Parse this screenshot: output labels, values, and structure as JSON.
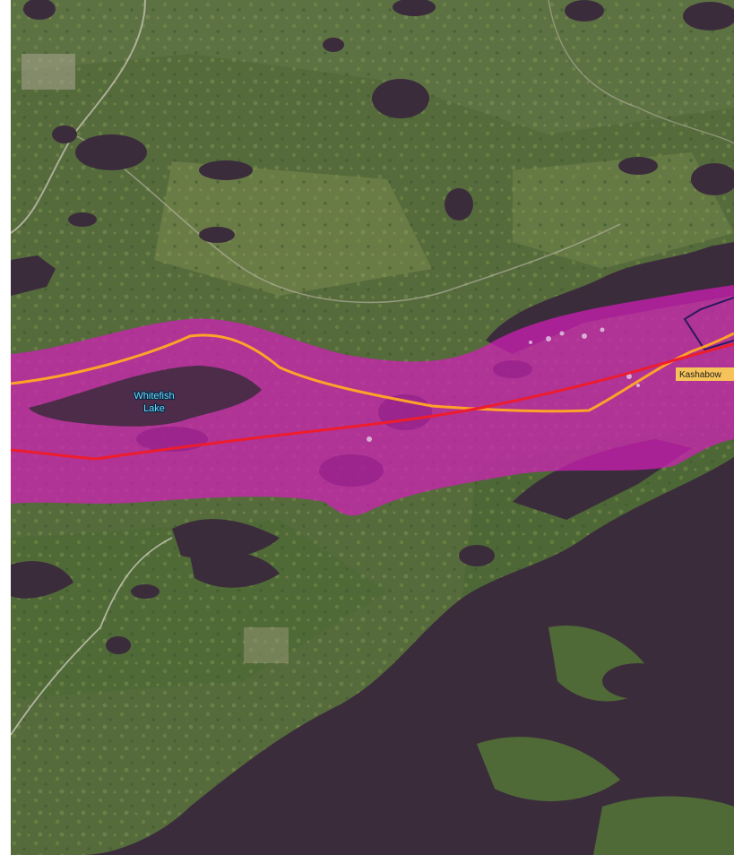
{
  "map": {
    "labels": {
      "lake_line1": "Whitefish",
      "lake_line2": "Lake",
      "town": "Kashabow"
    },
    "colors": {
      "corridor": "#d21fb8",
      "route_red": "#ee1c2c",
      "route_orange": "#ffa229",
      "boundary": "#2a1a5e",
      "water": "#3b2c3c",
      "forest": "#4f6a36",
      "town_label_bg": "#f6c35a"
    },
    "layers": [
      "satellite-imagery",
      "study-corridor",
      "route-red",
      "route-orange",
      "boundary-outline"
    ]
  }
}
